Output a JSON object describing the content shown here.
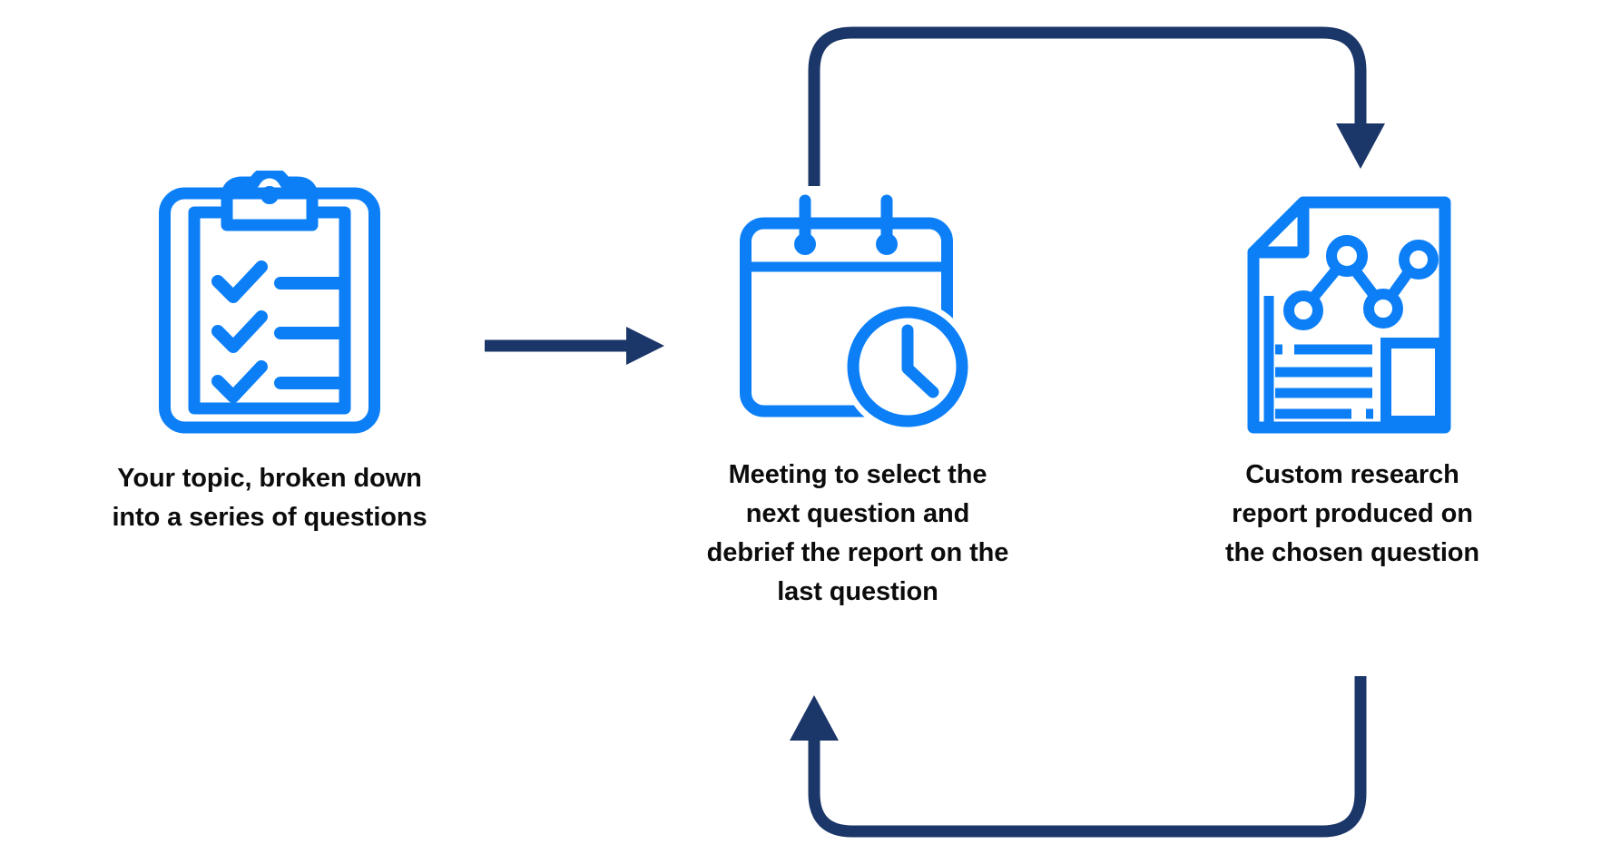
{
  "diagram": {
    "title": "Research cycle process loop",
    "background_color": "#ffffff",
    "accent_blue": "#0C7FF7",
    "arrow_navy": "#1B3668",
    "text_color": "#0c0c0c",
    "nodes": [
      {
        "id": "topic",
        "icon": "clipboard-checklist-icon",
        "caption": "Your topic, broken down\ninto a series of questions"
      },
      {
        "id": "meeting",
        "icon": "calendar-clock-icon",
        "caption": "Meeting to select the\nnext question and\ndebrief the report on the\nlast question"
      },
      {
        "id": "report",
        "icon": "report-document-chart-icon",
        "caption": "Custom research\nreport produced on\nthe chosen question"
      }
    ],
    "connectors": [
      {
        "id": "topic-to-meeting",
        "name": "straight-arrow-right",
        "from": "topic",
        "to": "meeting",
        "style": "straight",
        "color": "#1B3668"
      },
      {
        "id": "meeting-to-report",
        "name": "loop-arrow-top",
        "from": "meeting",
        "to": "report",
        "style": "curved-over-top",
        "color": "#1B3668"
      },
      {
        "id": "report-to-meeting",
        "name": "loop-arrow-bottom",
        "from": "report",
        "to": "meeting",
        "style": "curved-under-bottom",
        "color": "#1B3668"
      }
    ]
  }
}
